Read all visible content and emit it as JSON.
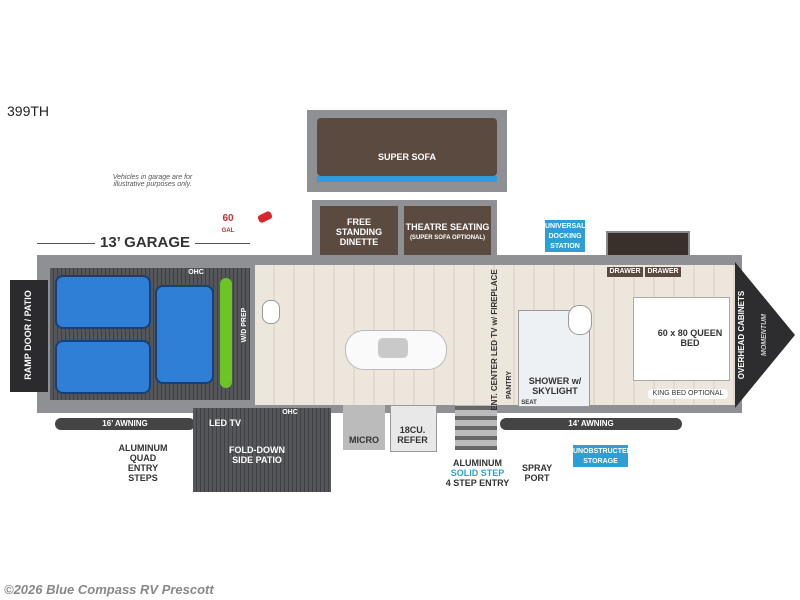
{
  "model": "399TH",
  "note": "Vehicles in garage are for illustrative purposes only.",
  "labels": {
    "garage": "13’ GARAGE",
    "fuel": "60",
    "fuel_unit": "GAL",
    "super_sofa": "SUPER SOFA",
    "dinette": "FREE STANDING DINETTE",
    "theatre": "THEATRE SEATING",
    "theatre_note": "(SUPER SOFA OPTIONAL)",
    "docking": "UNIVERSAL DOCKING STATION",
    "drawer1": "DRAWER",
    "drawer2": "DRAWER",
    "ramp": "RAMP DOOR / PATIO",
    "ohc": "OHC",
    "wd_prep": "W/D PREP",
    "ent_center": "ENT. CENTER LED TV w/ FIREPLACE",
    "pantry": "PANTRY",
    "seat": "SEAT",
    "shower": "SHOWER w/ SKYLIGHT",
    "bed": "60 x 80 QUEEN BED",
    "king": "KING BED OPTIONAL",
    "overhead": "OVERHEAD CABINETS",
    "awning16": "16’ AWNING",
    "awning14": "14’ AWNING",
    "quad_steps": "ALUMINUM QUAD ENTRY STEPS",
    "led_tv": "LED TV",
    "patio": "FOLD-DOWN SIDE PATIO",
    "micro": "MICRO",
    "refer": "18CU. REFER",
    "step_entry_1": "ALUMINUM",
    "step_entry_2": "SOLID STEP",
    "step_entry_3": "4 STEP ENTRY",
    "spray": "SPRAY PORT",
    "storage": "UNOBSTRUCTED STORAGE",
    "brand": "MOMENTUM"
  },
  "footer": "©2026 Blue Compass RV Prescott",
  "colors": {
    "accent": "#2e9fd6",
    "fuel": "#d9262c",
    "bike": "#6cc425"
  }
}
